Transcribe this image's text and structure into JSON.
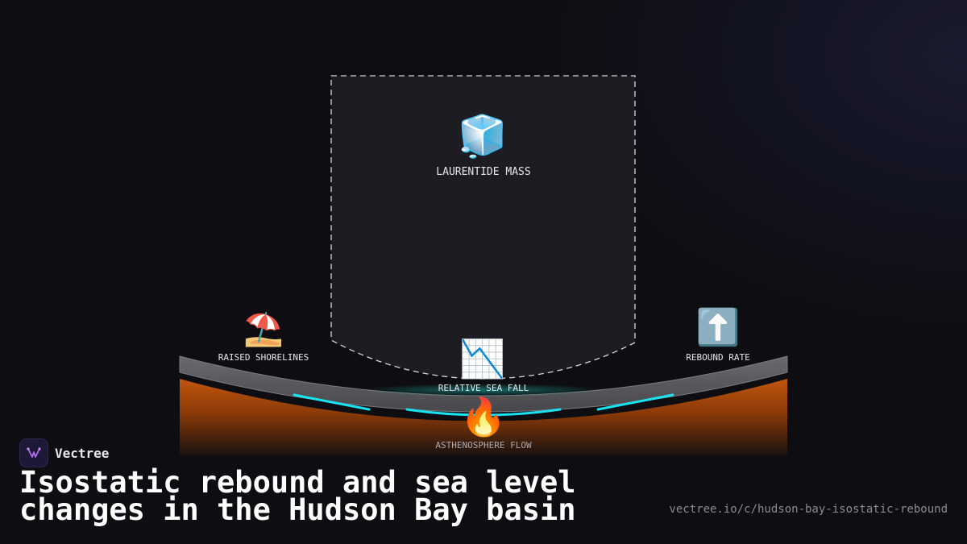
{
  "brand": {
    "name": "Vectree",
    "icon": "vectree-logo-icon"
  },
  "title": "Isostatic rebound and sea level changes in the Hudson Bay basin",
  "url": "vectree.io/c/hudson-bay-isostatic-rebound",
  "nodes": {
    "ice_mass": {
      "label": "LAURENTIDE MASS",
      "icon": "ice-cube-icon",
      "emoji": "🧊"
    },
    "shorelines": {
      "label": "RAISED SHORELINES",
      "icon": "beach-umbrella-icon",
      "emoji": "⛱️"
    },
    "rebound": {
      "label": "REBOUND RATE",
      "icon": "up-arrow-icon",
      "emoji": "⬆️"
    },
    "sea_fall": {
      "label": "RELATIVE SEA FALL",
      "icon": "chart-decreasing-icon",
      "emoji": "📉"
    },
    "asthenosphere": {
      "label": "ASTHENOSPHERE FLOW",
      "icon": "fire-icon",
      "emoji": "🔥"
    }
  },
  "colors": {
    "crust": "#5a5a5e",
    "mantle": "#c2560e",
    "flow": "#19e3f0",
    "ice_box": "#1c1c22"
  }
}
